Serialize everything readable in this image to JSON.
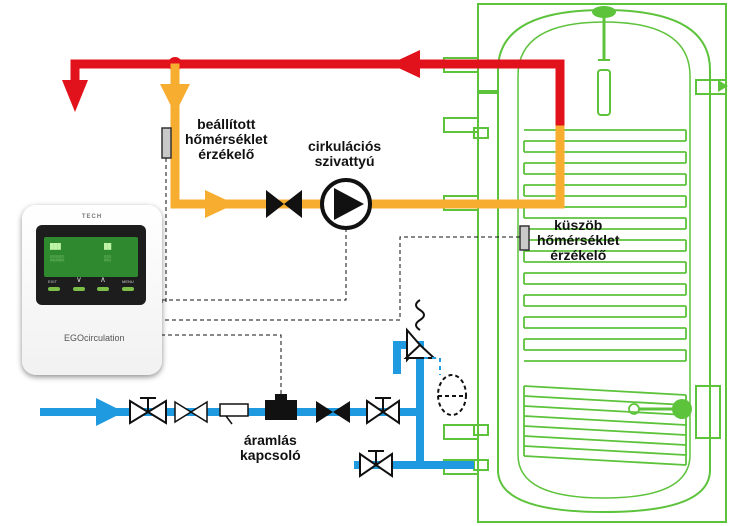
{
  "labels": {
    "set_sensor": [
      "beállított",
      "hőmérséklet",
      "érzékelő"
    ],
    "circ_pump": [
      "cirkulációs",
      "szivattyú"
    ],
    "threshold_sensor": [
      "küszöb",
      "hőmérséklet",
      "érzékelő"
    ],
    "flow_switch": [
      "áramlás",
      "kapcsoló"
    ]
  },
  "controller": {
    "brand": "TECH",
    "logo": "EGOcirculation",
    "buttons": [
      "EXIT",
      "",
      "",
      "MENU"
    ]
  },
  "colors": {
    "hot": "#e1121b",
    "circulation": "#f7ad2f",
    "cold": "#1f9ae0",
    "tank": "#5dc33b"
  }
}
